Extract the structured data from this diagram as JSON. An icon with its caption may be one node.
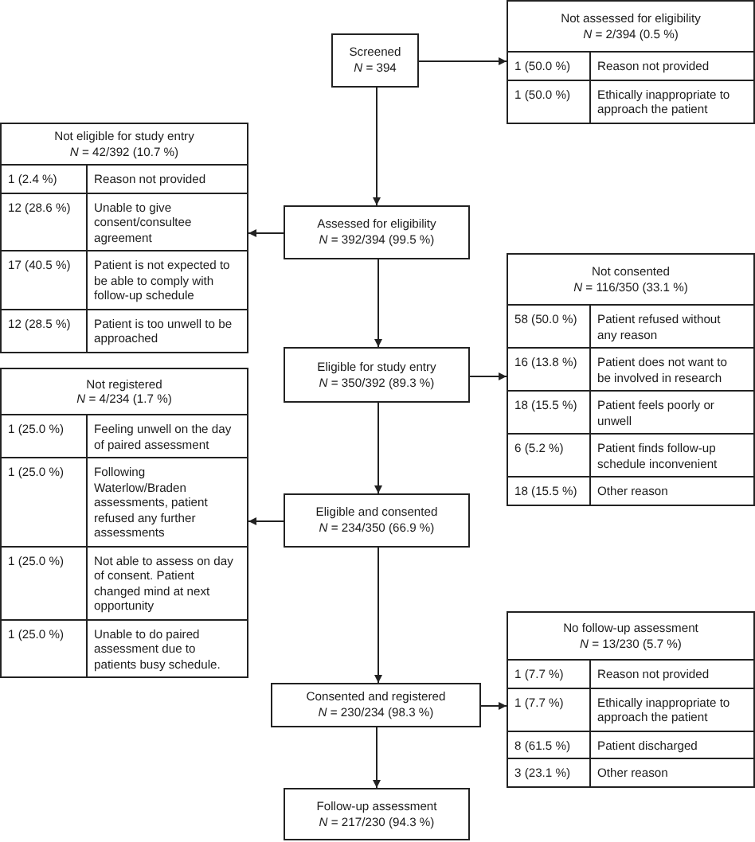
{
  "diagram": {
    "nodes": [
      {
        "text": [
          "Screened",
          "*N* = 394"
        ]
      },
      {
        "text": [
          "Not assessed for eligibility",
          "*N* = 2/394 (0.5 %)"
        ]
      },
      {
        "text": [
          "1 (50.0 %)",
          "Reason not provided"
        ],
        "in": 1
      },
      {
        "text": [
          "1 (50.0 %)",
          "Ethically inappropriate to approach the patient"
        ],
        "in": 1
      },
      {
        "text": [
          "Not eligible for study entry",
          "*N* = 42/392 (10.7 %)"
        ]
      },
      {
        "text": [
          "1 (2.4 %)",
          "Reason not provided"
        ],
        "in": 4
      },
      {
        "text": [
          "12 (28.6 %)",
          "Unable to give consent/consultee agreement"
        ],
        "in": 4
      },
      {
        "text": [
          "17 (40.5 %)",
          "Patient is not expected to be able to comply with follow-up schedule"
        ],
        "in": 4
      },
      {
        "text": [
          "12 (28.5 %)",
          "Patient is too unwell to be approached"
        ],
        "in": 4
      },
      {
        "text": [
          "Assessed for eligibility",
          "*N* = 392/394 (99.5 %)"
        ]
      },
      {
        "text": [
          "Not consented",
          "*N* = 116/350 (33.1 %)"
        ]
      },
      {
        "text": [
          "58 (50.0 %)",
          "Patient refused without any reason"
        ],
        "in": 10
      },
      {
        "text": [
          "16 (13.8 %)",
          "Patient does not want to be involved in research"
        ],
        "in": 10
      },
      {
        "text": [
          "18 (15.5 %)",
          "Patient feels poorly or unwell"
        ],
        "in": 10
      },
      {
        "text": [
          "6 (5.2 %)",
          "Patient finds follow-up schedule inconvenient"
        ],
        "in": 10
      },
      {
        "text": [
          "18 (15.5 %)",
          "Other reason"
        ],
        "in": 10
      },
      {
        "text": [
          "Eligible for study entry",
          "*N* = 350/392 (89.3 %)"
        ]
      },
      {
        "text": [
          "Not registered",
          "*N* = 4/234 (1.7 %)"
        ]
      },
      {
        "text": [
          "1 (25.0 %)",
          "Feeling unwell on the day of paired assessment"
        ],
        "in": 17
      },
      {
        "text": [
          "1 (25.0 %)",
          "Following Waterlow/Braden assessments, patient refused any further assessments"
        ],
        "in": 17
      },
      {
        "text": [
          "1 (25.0 %)",
          "Not able to assess on day of consent. Patient changed mind at next opportunity"
        ],
        "in": 17
      },
      {
        "text": [
          "1 (25.0 %)",
          "Unable to do paired assessment due to patients busy schedule."
        ],
        "in": 17
      },
      {
        "text": [
          "Eligible and consented",
          "*N* = 234/350 (66.9 %)"
        ]
      },
      {
        "text": [
          "Consented and registered",
          "*N* = 230/234 (98.3 %)"
        ]
      },
      {
        "text": [
          "No follow-up assessment",
          "*N* = 13/230 (5.7 %)"
        ]
      },
      {
        "text": [
          "1 (7.7 %)",
          "Reason not provided"
        ],
        "in": 24
      },
      {
        "text": [
          "1 (7.7 %)",
          "Ethically inappropriate to approach the patient"
        ],
        "in": 24
      },
      {
        "text": [
          "8 (61.5 %)",
          "Patient discharged"
        ],
        "in": 24
      },
      {
        "text": [
          "3 (23.1 %)",
          "Other reason"
        ],
        "in": 24
      },
      {
        "text": [
          "Follow-up assessment",
          "*N* = 217/230 (94.3 %)"
        ]
      }
    ],
    "edges": [
      {
        "from": 0,
        "to": 1,
        "arrow": "to"
      },
      {
        "from": 0,
        "to": 9,
        "arrow": "to"
      },
      {
        "from": 9,
        "to": 4,
        "arrow": "to"
      },
      {
        "from": 9,
        "to": 16,
        "arrow": "to"
      },
      {
        "from": 16,
        "to": 10,
        "arrow": "to"
      },
      {
        "from": 16,
        "to": 22,
        "arrow": "to"
      },
      {
        "from": 22,
        "to": 17,
        "arrow": "to"
      },
      {
        "from": 22,
        "to": 23,
        "arrow": "to"
      },
      {
        "from": 23,
        "to": 24,
        "arrow": "to"
      },
      {
        "from": 23,
        "to": 29,
        "arrow": "to"
      }
    ]
  }
}
